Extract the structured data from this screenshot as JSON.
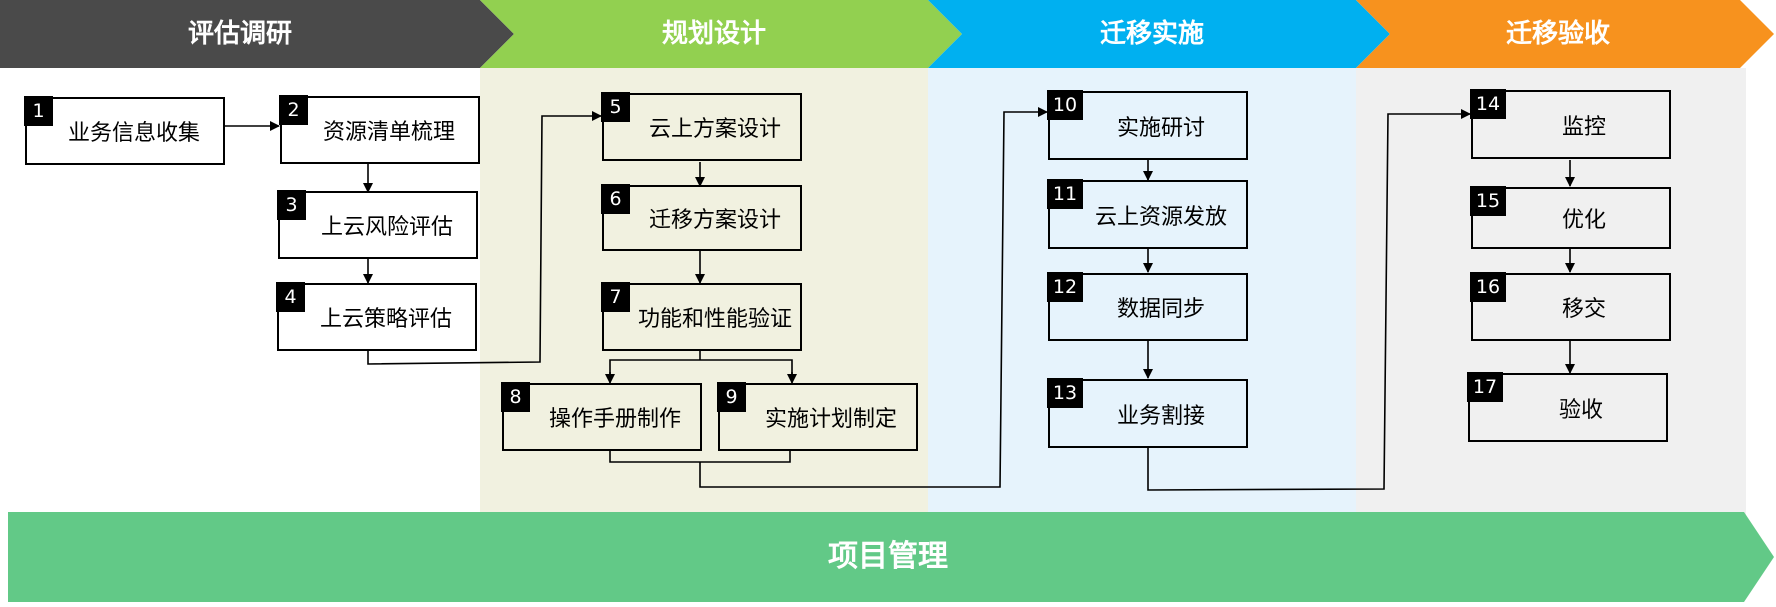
{
  "phases": [
    {
      "label": "评估调研",
      "color": "#4a4a4a"
    },
    {
      "label": "规划设计",
      "color": "#92d050"
    },
    {
      "label": "迁移实施",
      "color": "#00b0f0"
    },
    {
      "label": "迁移验收",
      "color": "#f7921e"
    }
  ],
  "phase_backgrounds": [
    "#ffffff",
    "#f1f1e0",
    "#e6f3fc",
    "#f0f0f0"
  ],
  "steps": [
    {
      "num": "1",
      "label": "业务信息收集"
    },
    {
      "num": "2",
      "label": "资源清单梳理"
    },
    {
      "num": "3",
      "label": "上云风险评估"
    },
    {
      "num": "4",
      "label": "上云策略评估"
    },
    {
      "num": "5",
      "label": "云上方案设计"
    },
    {
      "num": "6",
      "label": "迁移方案设计"
    },
    {
      "num": "7",
      "label": "功能和性能验证"
    },
    {
      "num": "8",
      "label": "操作手册制作"
    },
    {
      "num": "9",
      "label": "实施计划制定"
    },
    {
      "num": "10",
      "label": "实施研讨"
    },
    {
      "num": "11",
      "label": "云上资源发放"
    },
    {
      "num": "12",
      "label": "数据同步"
    },
    {
      "num": "13",
      "label": "业务割接"
    },
    {
      "num": "14",
      "label": "监控"
    },
    {
      "num": "15",
      "label": "优化"
    },
    {
      "num": "16",
      "label": "移交"
    },
    {
      "num": "17",
      "label": "验收"
    }
  ],
  "management": {
    "label": "项目管理",
    "color": "#62c987"
  }
}
